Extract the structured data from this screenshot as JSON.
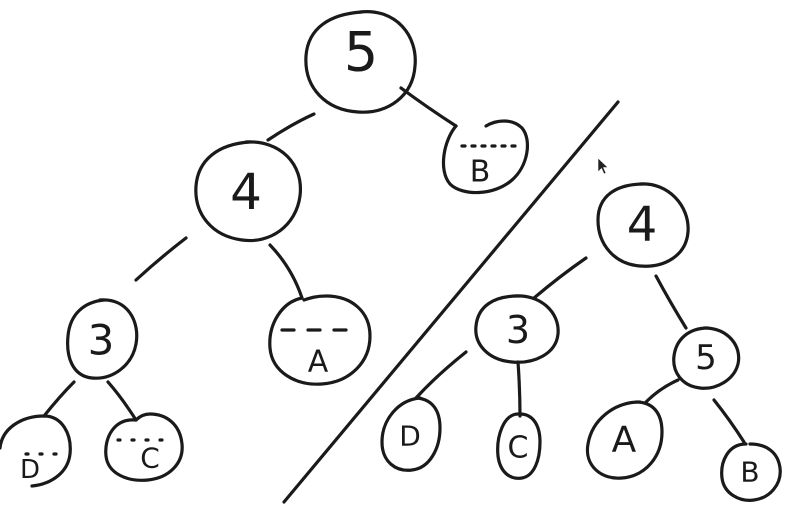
{
  "left_tree": {
    "root": "5",
    "n4": "4",
    "n3": "3",
    "subtree_a": "A",
    "subtree_b": "B",
    "subtree_c": "C",
    "subtree_d": "D"
  },
  "right_tree": {
    "root": "4",
    "n3": "3",
    "n5": "5",
    "subtree_a": "A",
    "subtree_b": "B",
    "subtree_c": "C",
    "subtree_d": "D"
  }
}
